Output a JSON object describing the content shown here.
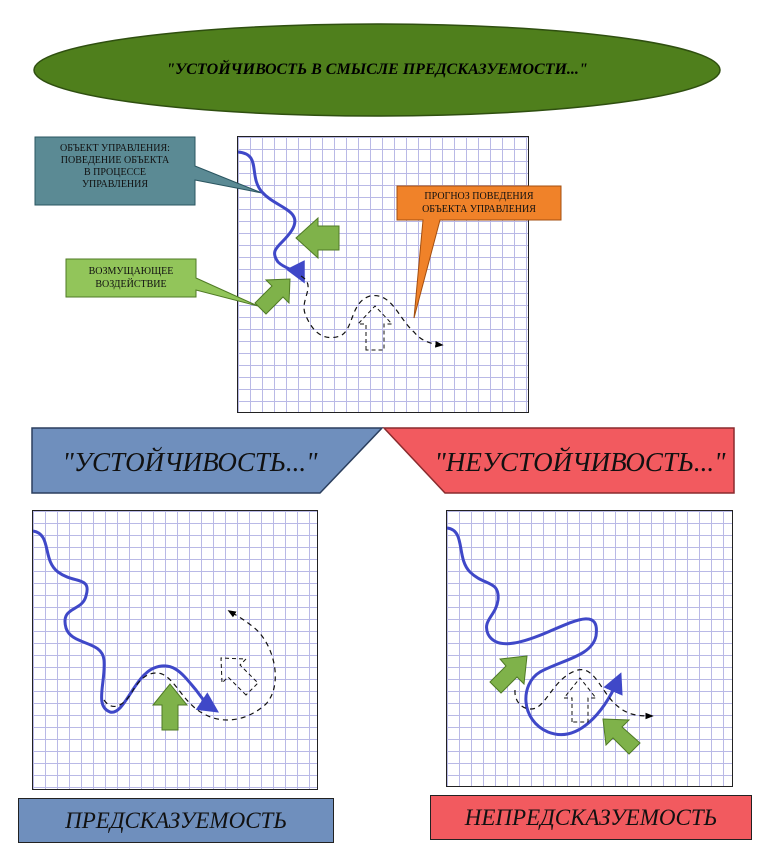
{
  "title": "\"УСТОЙЧИВОСТЬ В СМЫСЛЕ ПРЕДСКАЗУЕМОСТИ...\"",
  "callouts": {
    "object": [
      "ОБЪЕКТ УПРАВЛЕНИЯ:",
      "ПОВЕДЕНИЕ ОБЪЕКТА",
      "В ПРОЦЕССЕ",
      "УПРАВЛЕНИЯ"
    ],
    "disturbance": [
      "ВОЗМУЩАЮЩЕЕ",
      "ВОЗДЕЙСТВИЕ"
    ],
    "forecast": [
      "ПРОГНОЗ ПОВЕДЕНИЯ",
      "ОБЪЕКТА УПРАВЛЕНИЯ"
    ]
  },
  "banners": {
    "stable": "\"УСТОЙЧИВОСТЬ...\"",
    "unstable": "\"НЕУСТОЙЧИВОСТЬ...\""
  },
  "labels": {
    "predictable": "ПРЕДСКАЗУЕМОСТЬ",
    "unpredictable": "НЕПРЕДСКАЗУЕМОСТЬ"
  },
  "colors": {
    "title_fill": "#4f7f1c",
    "object_callout": "#5b8a94",
    "disturbance_callout": "#92c55a",
    "forecast_callout": "#f08229",
    "stable_banner": "#6f8fbd",
    "unstable_banner": "#f25a5f",
    "trajectory": "#3f48c8",
    "arrow_green": "#7fb24a"
  }
}
